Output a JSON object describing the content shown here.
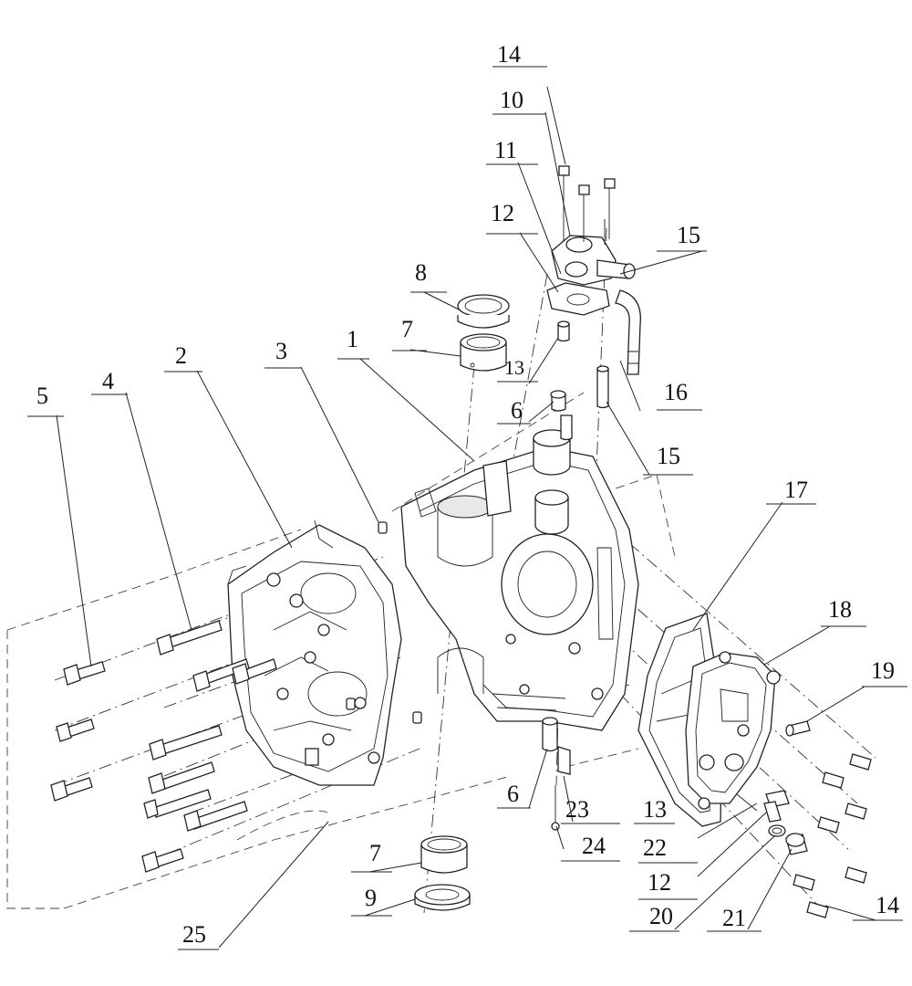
{
  "callouts": [
    {
      "id": "c14a",
      "label": "14"
    },
    {
      "id": "c10",
      "label": "10"
    },
    {
      "id": "c11",
      "label": "11"
    },
    {
      "id": "c12a",
      "label": "12"
    },
    {
      "id": "c15a",
      "label": "15"
    },
    {
      "id": "c8",
      "label": "8"
    },
    {
      "id": "c7a",
      "label": "7"
    },
    {
      "id": "c13a",
      "label": "13"
    },
    {
      "id": "c1",
      "label": "1"
    },
    {
      "id": "c3",
      "label": "3"
    },
    {
      "id": "c2",
      "label": "2"
    },
    {
      "id": "c4",
      "label": "4"
    },
    {
      "id": "c5",
      "label": "5"
    },
    {
      "id": "c16",
      "label": "16"
    },
    {
      "id": "c6a",
      "label": "6"
    },
    {
      "id": "c15b",
      "label": "15"
    },
    {
      "id": "c17",
      "label": "17"
    },
    {
      "id": "c18",
      "label": "18"
    },
    {
      "id": "c19",
      "label": "19"
    },
    {
      "id": "c6b",
      "label": "6"
    },
    {
      "id": "c23",
      "label": "23"
    },
    {
      "id": "c13b",
      "label": "13"
    },
    {
      "id": "c24",
      "label": "24"
    },
    {
      "id": "c22",
      "label": "22"
    },
    {
      "id": "c12b",
      "label": "12"
    },
    {
      "id": "c7b",
      "label": "7"
    },
    {
      "id": "c9",
      "label": "9"
    },
    {
      "id": "c20",
      "label": "20"
    },
    {
      "id": "c21",
      "label": "21"
    },
    {
      "id": "c14b",
      "label": "14"
    },
    {
      "id": "c25",
      "label": "25"
    }
  ]
}
